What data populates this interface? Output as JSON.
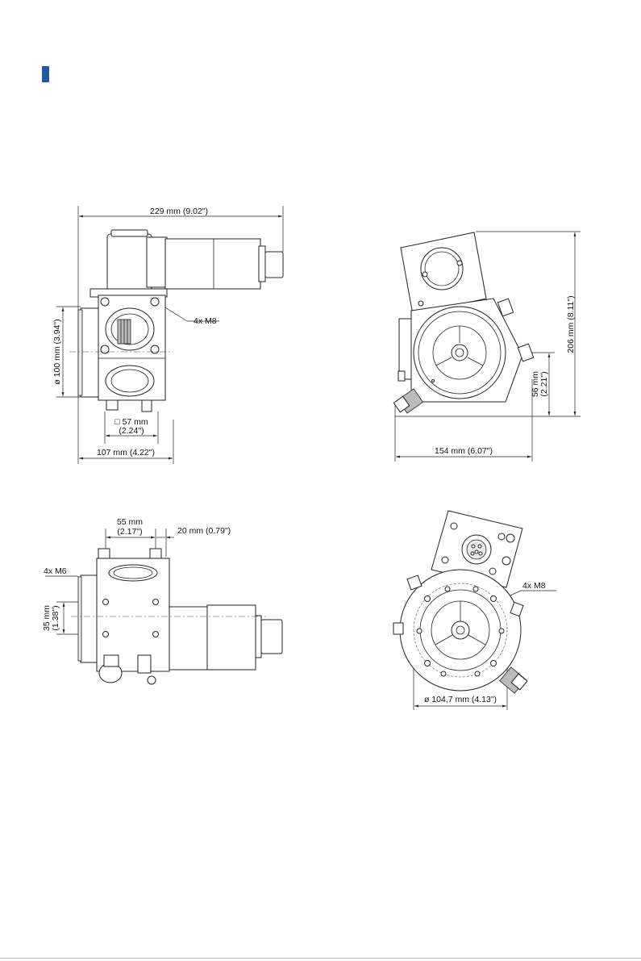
{
  "accent_color": "#1f5aa6",
  "drawings": {
    "side_view": {
      "overall_length": "229 mm (9.02\")",
      "thread_label": "4x M8",
      "diameter": "ø 100 mm (3.94\")",
      "square_mm": "□ 57 mm",
      "square_in": "(2.24\")",
      "base_length": "107 mm (4.22\")"
    },
    "front_view": {
      "overall_height": "206 mm (8.11\")",
      "offset_mm": "56 mm",
      "offset_in": "(2.21\")",
      "width": "154 mm (6.07\")"
    },
    "top_view": {
      "spacing_mm": "55 mm",
      "spacing_in": "(2.17\")",
      "edge_offset": "20 mm (0.79\")",
      "thread_label": "4x M6",
      "vertical_mm": "35 mm",
      "vertical_in": "(1.38\")"
    },
    "rear_view": {
      "thread_label": "4x M8",
      "bolt_circle": "ø 104,7 mm (4.13\")"
    }
  }
}
